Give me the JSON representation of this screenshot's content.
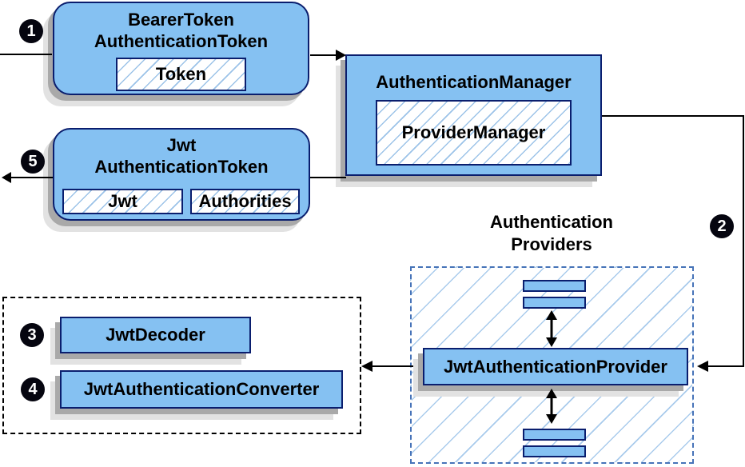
{
  "badges": {
    "step1": "1",
    "step2": "2",
    "step3": "3",
    "step4": "4",
    "step5": "5"
  },
  "bearer_token_box": {
    "title_line1": "BearerToken",
    "title_line2": "AuthenticationToken",
    "token_field": "Token"
  },
  "authentication_manager_box": {
    "title": "AuthenticationManager",
    "provider_manager": "ProviderManager"
  },
  "jwt_authentication_token_box": {
    "title_line1": "Jwt",
    "title_line2": "AuthenticationToken",
    "jwt_field": "Jwt",
    "authorities_field": "Authorities"
  },
  "authentication_providers_group": {
    "title_line1": "Authentication",
    "title_line2": "Providers",
    "provider_label": "JwtAuthenticationProvider"
  },
  "jwt_support_group": {
    "decoder_label": "JwtDecoder",
    "converter_label": "JwtAuthenticationConverter"
  },
  "colors": {
    "box_fill": "#85C1F2",
    "box_border": "#0A1E6E",
    "hatch_line": "#9CC3E8",
    "dashed_blue_border": "#4673B8",
    "dashed_black_border": "#000000",
    "shadow_dark": "#A9A9A9",
    "shadow_light": "#E2E2E2",
    "connector": "#000000",
    "badge_bg": "#05050F",
    "badge_text": "#FFFFFF"
  }
}
